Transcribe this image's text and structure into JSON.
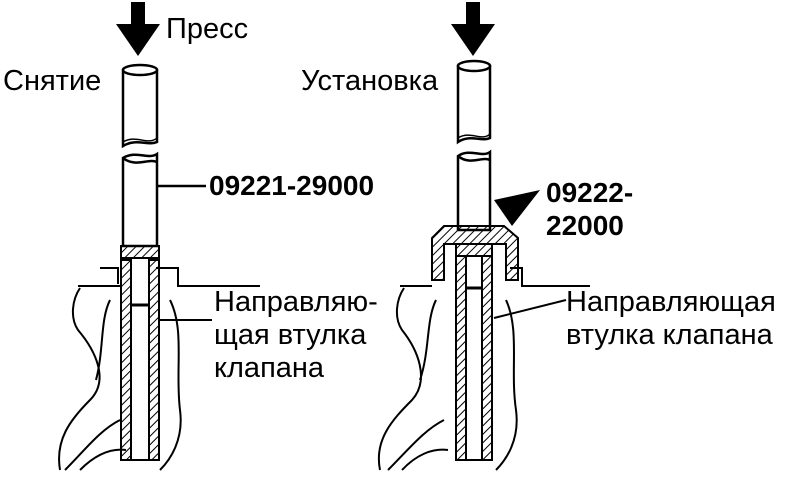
{
  "diagram": {
    "left": {
      "press_label": "Пресс",
      "action_label": "Снятие",
      "tool_number": "09221-29000",
      "guide_label_lines": [
        "Направляю-",
        "щая втулка",
        "клапана"
      ]
    },
    "right": {
      "action_label": "Установка",
      "tool_number_lines": [
        "09222-",
        "22000"
      ],
      "guide_label_lines": [
        "Направляющая",
        "втулка клапана"
      ]
    },
    "colors": {
      "ink": "#000000",
      "paper": "#ffffff"
    }
  }
}
